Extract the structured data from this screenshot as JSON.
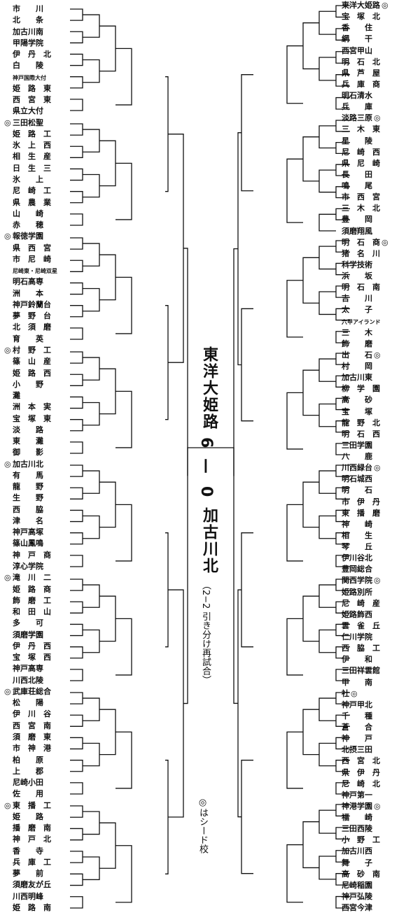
{
  "result": {
    "winner": "東洋大姫路",
    "score_winner": "6",
    "dash": "—",
    "score_loser": "0",
    "loser": "加古川北",
    "note": "（2−2 引き分け再試合）",
    "seed_legend": "◎はシード校"
  },
  "seed_mark": "◎",
  "left_teams": [
    {
      "n": "市　　川",
      "s": false
    },
    {
      "n": "北　　条",
      "s": false
    },
    {
      "n": "加古川南",
      "s": false
    },
    {
      "n": "甲陽学院",
      "s": false
    },
    {
      "n": "伊　丹　北",
      "s": false
    },
    {
      "n": "白　　陵",
      "s": false
    },
    {
      "n": "神戸国際大付",
      "s": false
    },
    {
      "n": "姫　路　東",
      "s": false
    },
    {
      "n": "西　宮　東",
      "s": false
    },
    {
      "n": "県立大付",
      "s": false
    },
    {
      "n": "三田松聖",
      "s": true
    },
    {
      "n": "姫　路　工",
      "s": false
    },
    {
      "n": "氷　上　西",
      "s": false
    },
    {
      "n": "相　生　産",
      "s": false
    },
    {
      "n": "日　生　三",
      "s": false
    },
    {
      "n": "氷　　上",
      "s": false
    },
    {
      "n": "尼　崎　工",
      "s": false
    },
    {
      "n": "県　農　業",
      "s": false
    },
    {
      "n": "山　　崎",
      "s": false
    },
    {
      "n": "赤　　穂",
      "s": false
    },
    {
      "n": "報徳学園",
      "s": true
    },
    {
      "n": "県　西　宮",
      "s": false
    },
    {
      "n": "市　尼　崎",
      "s": false
    },
    {
      "n": "尼崎東・尼崎双星",
      "s": false
    },
    {
      "n": "明石高専",
      "s": false
    },
    {
      "n": "洲　　本",
      "s": false
    },
    {
      "n": "神戸鈴蘭台",
      "s": false
    },
    {
      "n": "夢　野　台",
      "s": false
    },
    {
      "n": "北　須　磨",
      "s": false
    },
    {
      "n": "育　　英",
      "s": false
    },
    {
      "n": "村　野　工",
      "s": true
    },
    {
      "n": "篠　山　産",
      "s": false
    },
    {
      "n": "姫　路　西",
      "s": false
    },
    {
      "n": "小　　野",
      "s": false
    },
    {
      "n": "灘",
      "s": false
    },
    {
      "n": "洲　本　実",
      "s": false
    },
    {
      "n": "宝　塚　東",
      "s": false
    },
    {
      "n": "淡　　路",
      "s": false
    },
    {
      "n": "東　　灘",
      "s": false
    },
    {
      "n": "御　　影",
      "s": false
    },
    {
      "n": "加古川北",
      "s": true
    },
    {
      "n": "有　　馬",
      "s": false
    },
    {
      "n": "龍　　野",
      "s": false
    },
    {
      "n": "生　　野",
      "s": false
    },
    {
      "n": "西　　脇",
      "s": false
    },
    {
      "n": "津　　名",
      "s": false
    },
    {
      "n": "神戸高塚",
      "s": false
    },
    {
      "n": "篠山鳳鳴",
      "s": false
    },
    {
      "n": "神　戸　商",
      "s": false
    },
    {
      "n": "淳心学院",
      "s": false
    },
    {
      "n": "滝　川　二",
      "s": true
    },
    {
      "n": "姫　路　商",
      "s": false
    },
    {
      "n": "飾　磨　工",
      "s": false
    },
    {
      "n": "和　田　山",
      "s": false
    },
    {
      "n": "多　　可",
      "s": false
    },
    {
      "n": "須磨学園",
      "s": false
    },
    {
      "n": "伊　丹　西",
      "s": false
    },
    {
      "n": "宝　塚　西",
      "s": false
    },
    {
      "n": "神戸高専",
      "s": false
    },
    {
      "n": "川西北陵",
      "s": false
    },
    {
      "n": "武庫荘総合",
      "s": true
    },
    {
      "n": "松　　陽",
      "s": false
    },
    {
      "n": "伊　川　谷",
      "s": false
    },
    {
      "n": "西　宮　南",
      "s": false
    },
    {
      "n": "須　磨　東",
      "s": false
    },
    {
      "n": "市　神　港",
      "s": false
    },
    {
      "n": "柏　　原",
      "s": false
    },
    {
      "n": "上　　郡",
      "s": false
    },
    {
      "n": "尼崎小田",
      "s": false
    },
    {
      "n": "佐　　用",
      "s": false
    },
    {
      "n": "東　播　工",
      "s": true
    },
    {
      "n": "姫　　路",
      "s": false
    },
    {
      "n": "播　磨　南",
      "s": false
    },
    {
      "n": "神　戸　北",
      "s": false
    },
    {
      "n": "香　　寺",
      "s": false
    },
    {
      "n": "兵　庫　工",
      "s": false
    },
    {
      "n": "夢　　前",
      "s": false
    },
    {
      "n": "須磨友が丘",
      "s": false
    },
    {
      "n": "川西明峰",
      "s": false
    },
    {
      "n": "姫　路　南",
      "s": false
    }
  ],
  "right_teams": [
    {
      "n": "東洋大姫路",
      "s": true
    },
    {
      "n": "宝　塚　北",
      "s": false
    },
    {
      "n": "香　　住",
      "s": false
    },
    {
      "n": "網　　干",
      "s": false
    },
    {
      "n": "西宮甲山",
      "s": false
    },
    {
      "n": "明　石　北",
      "s": false
    },
    {
      "n": "県　芦　屋",
      "s": false
    },
    {
      "n": "兵　庫　商",
      "s": false
    },
    {
      "n": "明石清水",
      "s": false
    },
    {
      "n": "兵　　庫",
      "s": false
    },
    {
      "n": "淡路三原",
      "s": true
    },
    {
      "n": "三　木　東",
      "s": false
    },
    {
      "n": "星　　陵",
      "s": false
    },
    {
      "n": "尼　崎　西",
      "s": false
    },
    {
      "n": "県　尼　崎",
      "s": false
    },
    {
      "n": "長　　田",
      "s": false
    },
    {
      "n": "鳴　　尾",
      "s": false
    },
    {
      "n": "市　西　宮",
      "s": false
    },
    {
      "n": "三　木　北",
      "s": false
    },
    {
      "n": "豊　　岡",
      "s": false
    },
    {
      "n": "須磨翔風",
      "s": false
    },
    {
      "n": "明　石　商",
      "s": true
    },
    {
      "n": "猪　名　川",
      "s": false
    },
    {
      "n": "科学技術",
      "s": false
    },
    {
      "n": "浜　　坂",
      "s": false
    },
    {
      "n": "明　石　南",
      "s": false
    },
    {
      "n": "吉　　川",
      "s": false
    },
    {
      "n": "太　　子",
      "s": false
    },
    {
      "n": "六甲アイランド",
      "s": false
    },
    {
      "n": "三　　木",
      "s": false
    },
    {
      "n": "飾　　磨",
      "s": false
    },
    {
      "n": "出　　石",
      "s": true
    },
    {
      "n": "村　　岡",
      "s": false
    },
    {
      "n": "加古川東",
      "s": false
    },
    {
      "n": "柳　学　園",
      "s": false
    },
    {
      "n": "高　　砂",
      "s": false
    },
    {
      "n": "宝　　塚",
      "s": false
    },
    {
      "n": "龍　野　北",
      "s": false
    },
    {
      "n": "明　石　西",
      "s": false
    },
    {
      "n": "三田学園",
      "s": false
    },
    {
      "n": "八　　鹿",
      "s": false
    },
    {
      "n": "川西緑台",
      "s": true
    },
    {
      "n": "明石城西",
      "s": false
    },
    {
      "n": "明　　石",
      "s": false
    },
    {
      "n": "市　伊　丹",
      "s": false
    },
    {
      "n": "東　播　磨",
      "s": false
    },
    {
      "n": "神　　崎",
      "s": false
    },
    {
      "n": "相　　生",
      "s": false
    },
    {
      "n": "琴　　丘",
      "s": false
    },
    {
      "n": "伊川谷北",
      "s": false
    },
    {
      "n": "豊岡総合",
      "s": false
    },
    {
      "n": "関西学院",
      "s": true
    },
    {
      "n": "姫路別所",
      "s": false
    },
    {
      "n": "尼　崎　産",
      "s": false
    },
    {
      "n": "姫路飾西",
      "s": false
    },
    {
      "n": "雲　雀　丘",
      "s": false
    },
    {
      "n": "仁川学院",
      "s": false
    },
    {
      "n": "西　脇　工",
      "s": false
    },
    {
      "n": "伊　　和",
      "s": false
    },
    {
      "n": "三田祥雲館",
      "s": false
    },
    {
      "n": "甲　　南",
      "s": false
    },
    {
      "n": "社",
      "s": true
    },
    {
      "n": "神戸甲北",
      "s": false
    },
    {
      "n": "千　　種",
      "s": false
    },
    {
      "n": "蒼　　合",
      "s": false
    },
    {
      "n": "神　　戸",
      "s": false
    },
    {
      "n": "北摂三田",
      "s": false
    },
    {
      "n": "西　宮　北",
      "s": false
    },
    {
      "n": "県　伊　丹",
      "s": false
    },
    {
      "n": "尼　崎　北",
      "s": false
    },
    {
      "n": "神戸第一",
      "s": false
    },
    {
      "n": "神港学園",
      "s": true
    },
    {
      "n": "福　　崎",
      "s": false
    },
    {
      "n": "三田西陵",
      "s": false
    },
    {
      "n": "小　野　工",
      "s": false
    },
    {
      "n": "加古川西",
      "s": false
    },
    {
      "n": "舞　　子",
      "s": false
    },
    {
      "n": "高　砂　南",
      "s": false
    },
    {
      "n": "尼崎稲園",
      "s": false
    },
    {
      "n": "神戸弘陵",
      "s": false
    },
    {
      "n": "西宮今津",
      "s": false
    }
  ]
}
